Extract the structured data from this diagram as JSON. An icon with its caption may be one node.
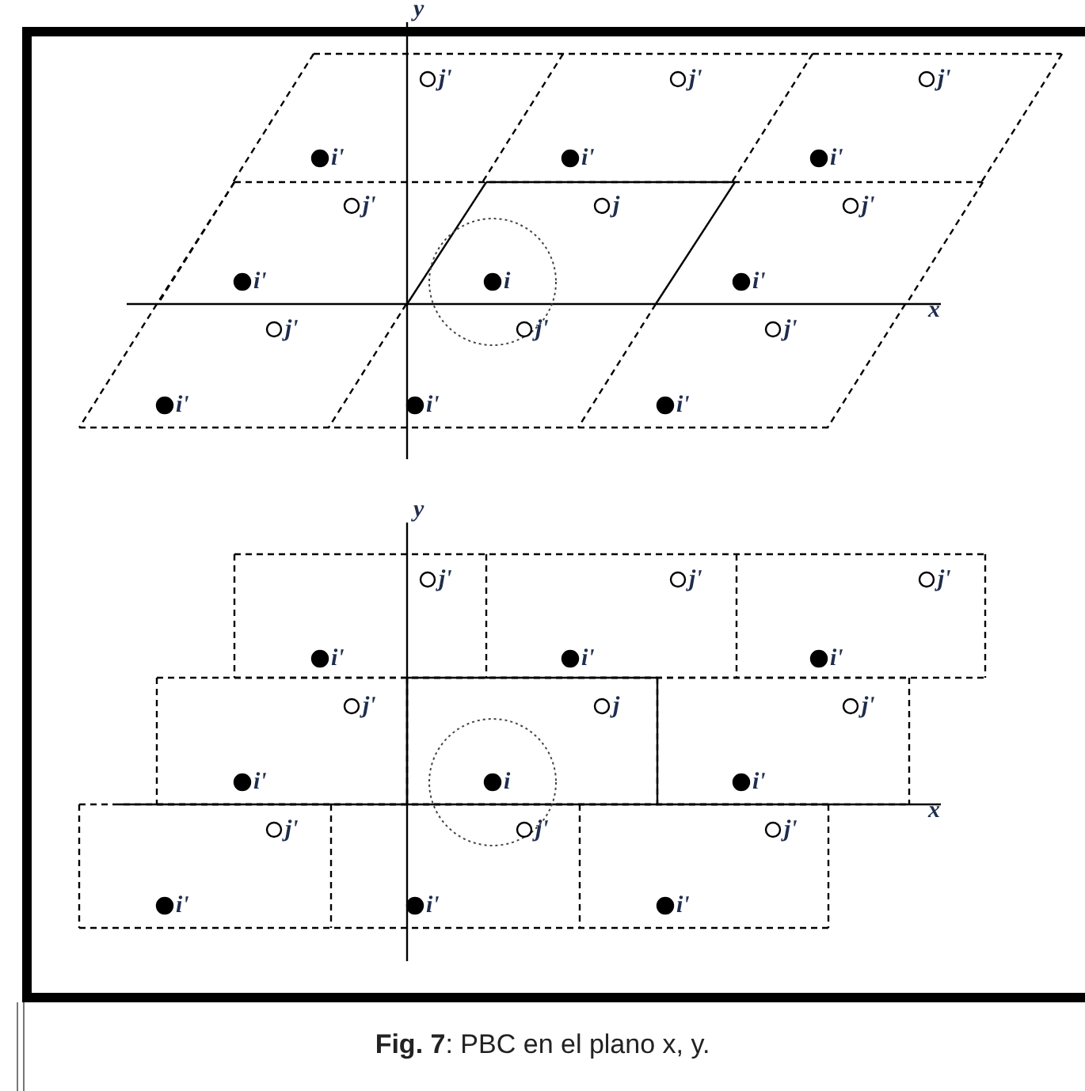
{
  "diagram": {
    "caption": "**Fig. 7**: PBC en el plano x, y.",
    "labels": [
      "y",
      "j'",
      "j'",
      "j'",
      "i'",
      "i'",
      "i'",
      "j'",
      "j",
      "j'",
      "i'",
      "i",
      "i'",
      "x",
      "j'",
      "j'",
      "j'",
      "i'",
      "i'",
      "i'",
      "y",
      "j'",
      "j'",
      "j'",
      "i'",
      "i'",
      "i'",
      "j'",
      "j",
      "j'",
      "i'",
      "i",
      "i'",
      "x",
      "j'",
      "j'",
      "j'",
      "i'",
      "i'",
      "i'"
    ]
  }
}
